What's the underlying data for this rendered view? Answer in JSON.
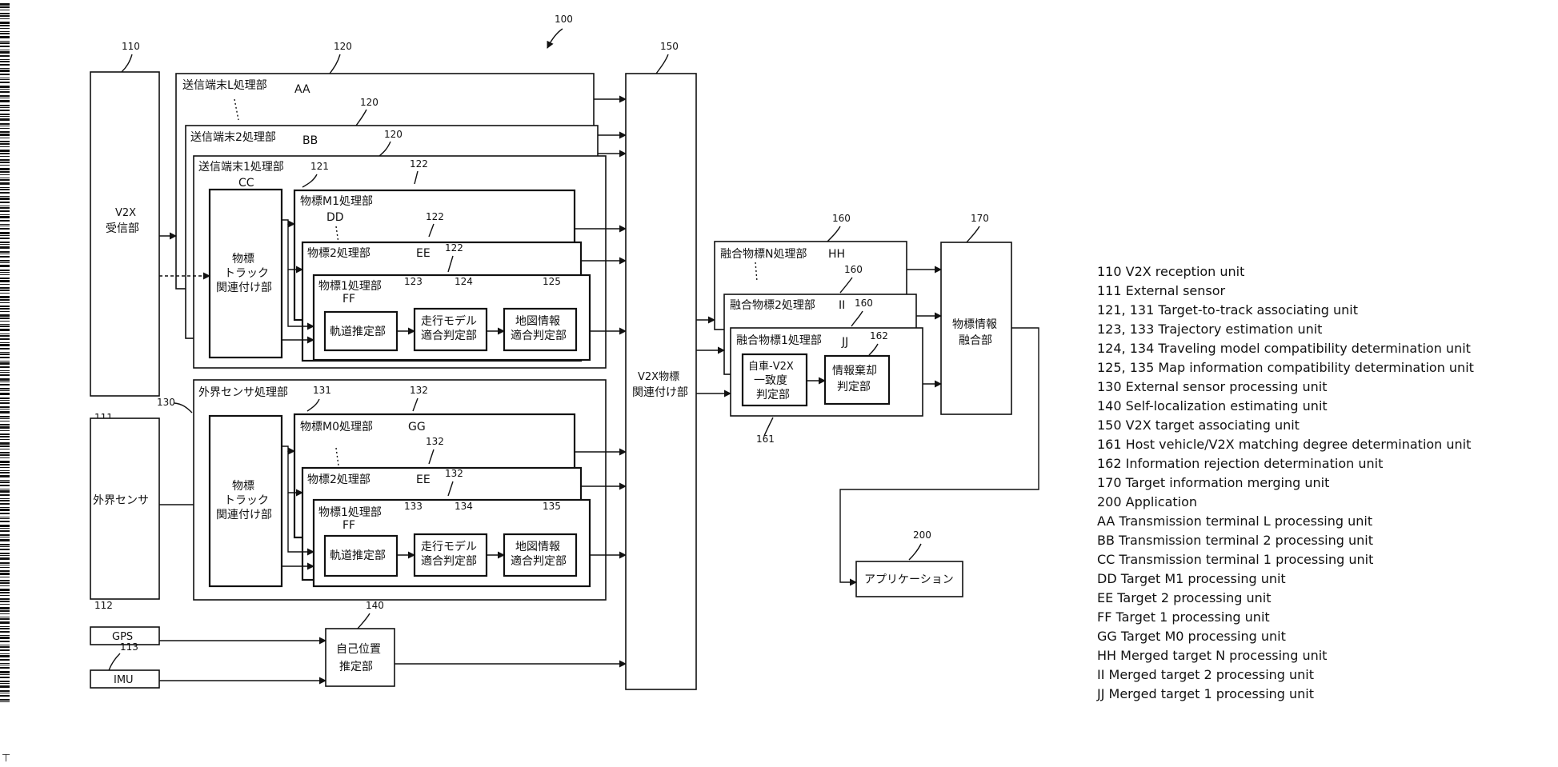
{
  "diagram": {
    "ref_100": "100",
    "v2x_receiver": {
      "ref": "110",
      "line1": "V2X",
      "line2": "受信部"
    },
    "external_sensor": {
      "ref": "111",
      "label": "外界センサ"
    },
    "gps": {
      "ref": "112",
      "label": "GPS"
    },
    "imu": {
      "ref": "113",
      "label": "IMU"
    },
    "self_localization": {
      "ref": "140",
      "line1": "自己位置",
      "line2": "推定部"
    },
    "terminal_L": {
      "ref": "120",
      "label": "送信端末L処理部",
      "code": "AA"
    },
    "terminal_2": {
      "ref": "120",
      "label": "送信端末2処理部",
      "code": "BB"
    },
    "terminal_1": {
      "ref": "120",
      "label": "送信端末1処理部",
      "code": "CC"
    },
    "ref_121": "121",
    "ref_122": "122",
    "ref_123": "123",
    "ref_124": "124",
    "ref_125": "125",
    "assoc_line1": "物標",
    "assoc_line2": "トラック",
    "assoc_line3": "関連付け部",
    "target_M1": {
      "label": "物標M1処理部",
      "code": "DD"
    },
    "target_2": {
      "label": "物標2処理部",
      "code": "EE"
    },
    "target_1": {
      "label": "物標1処理部",
      "code": "FF"
    },
    "trajectory": "軌道推定部",
    "travel_model_line1": "走行モデル",
    "travel_model_line2": "適合判定部",
    "map_info_line1": "地図情報",
    "map_info_line2": "適合判定部",
    "ext_sensor_proc": {
      "ref": "130",
      "label": "外界センサ処理部"
    },
    "ref_131": "131",
    "ref_132": "132",
    "ref_133": "133",
    "ref_134": "134",
    "ref_135": "135",
    "target_M0": {
      "label": "物標M0処理部",
      "code": "GG"
    },
    "v2x_assoc": {
      "ref": "150",
      "line1": "V2X物標",
      "line2": "関連付け部"
    },
    "merged_N": {
      "ref": "160",
      "label": "融合物標N処理部",
      "code": "HH"
    },
    "merged_2": {
      "ref": "160",
      "label": "融合物標2処理部",
      "code": "II"
    },
    "merged_1": {
      "ref": "160",
      "label": "融合物標1処理部",
      "code": "JJ"
    },
    "matching": {
      "ref": "161",
      "line1": "自車-V2X",
      "line2": "一致度",
      "line3": "判定部"
    },
    "rejection": {
      "ref": "162",
      "line1": "情報棄却",
      "line2": "判定部"
    },
    "merging": {
      "ref": "170",
      "line1": "物標情報",
      "line2": "融合部"
    },
    "application": {
      "ref": "200",
      "label": "アプリケーション"
    }
  },
  "legend": [
    "110 V2X reception unit",
    "111 External sensor",
    "121, 131 Target-to-track associating unit",
    "123, 133 Trajectory estimation unit",
    "124, 134 Traveling model compatibility determination unit",
    "125, 135 Map information compatibility determination unit",
    "130 External sensor processing unit",
    "140 Self-localization estimating unit",
    "150 V2X target associating unit",
    "161 Host vehicle/V2X matching degree determination unit",
    "162 Information rejection determination unit",
    "170 Target information merging unit",
    "200 Application",
    "AA  Transmission terminal L processing unit",
    "BB  Transmission terminal 2 processing unit",
    "CC  Transmission terminal 1 processing unit",
    "DD  Target M1 processing unit",
    "EE  Target 2 processing unit",
    "FF  Target 1 processing unit",
    "GG  Target M0 processing unit",
    "HH  Merged target N processing unit",
    "II    Merged target 2 processing unit",
    "JJ   Merged target 1 processing unit"
  ]
}
